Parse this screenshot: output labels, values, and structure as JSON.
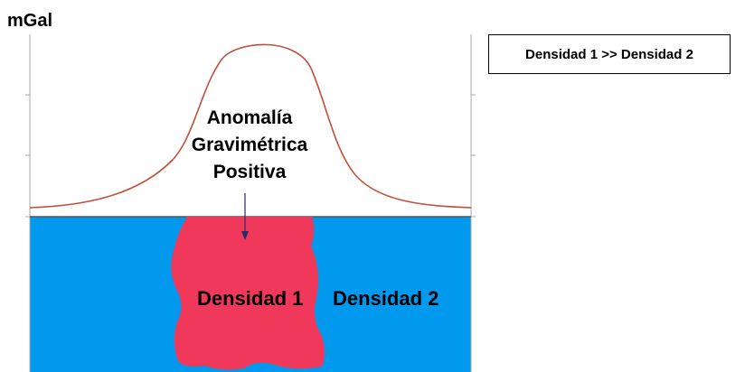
{
  "figure": {
    "unit_label": "mGal",
    "legend_text": "Densidad 1 >> Densidad 2",
    "anomaly_label_lines": [
      "Anomalía",
      "Gravimétrica",
      "Positiva"
    ],
    "body_label": "Densidad 1",
    "host_label": "Densidad 2",
    "colors": {
      "host_medium": "#0099ee",
      "dense_body": "#f0395a",
      "anomaly_curve": "#c0503a",
      "arrow": "#2a2a6a",
      "axis": "#aaaaaa"
    }
  }
}
